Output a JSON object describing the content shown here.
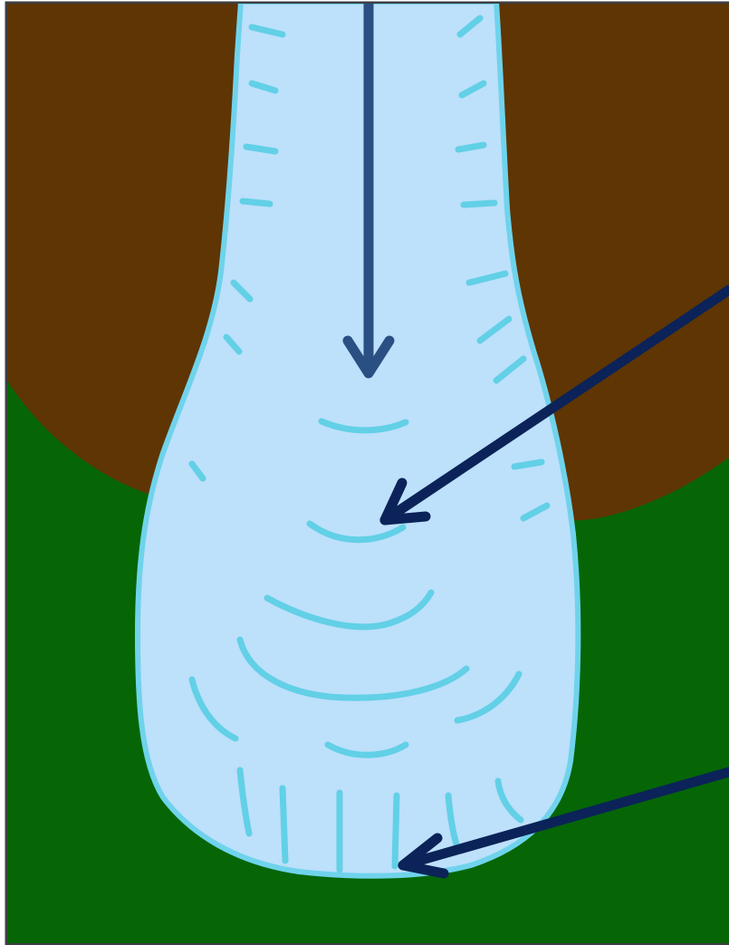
{
  "diagram": {
    "kind": "illustration",
    "colors": {
      "frame": "#3c3f44",
      "background_top": "#5e3503",
      "background_bottom": "#066606",
      "body_fill": "#bde0fb",
      "body_outline": "#6fd3ec",
      "texture_strokes": "#62d0e6",
      "arrow_top": "#2a4f82",
      "arrow_right": "#0b2358"
    },
    "arrows": [
      {
        "id": "top",
        "color_key": "arrow_top",
        "label": ""
      },
      {
        "id": "right-middle",
        "color_key": "arrow_right",
        "label": ""
      },
      {
        "id": "right-bottom",
        "color_key": "arrow_right",
        "label": ""
      }
    ]
  }
}
